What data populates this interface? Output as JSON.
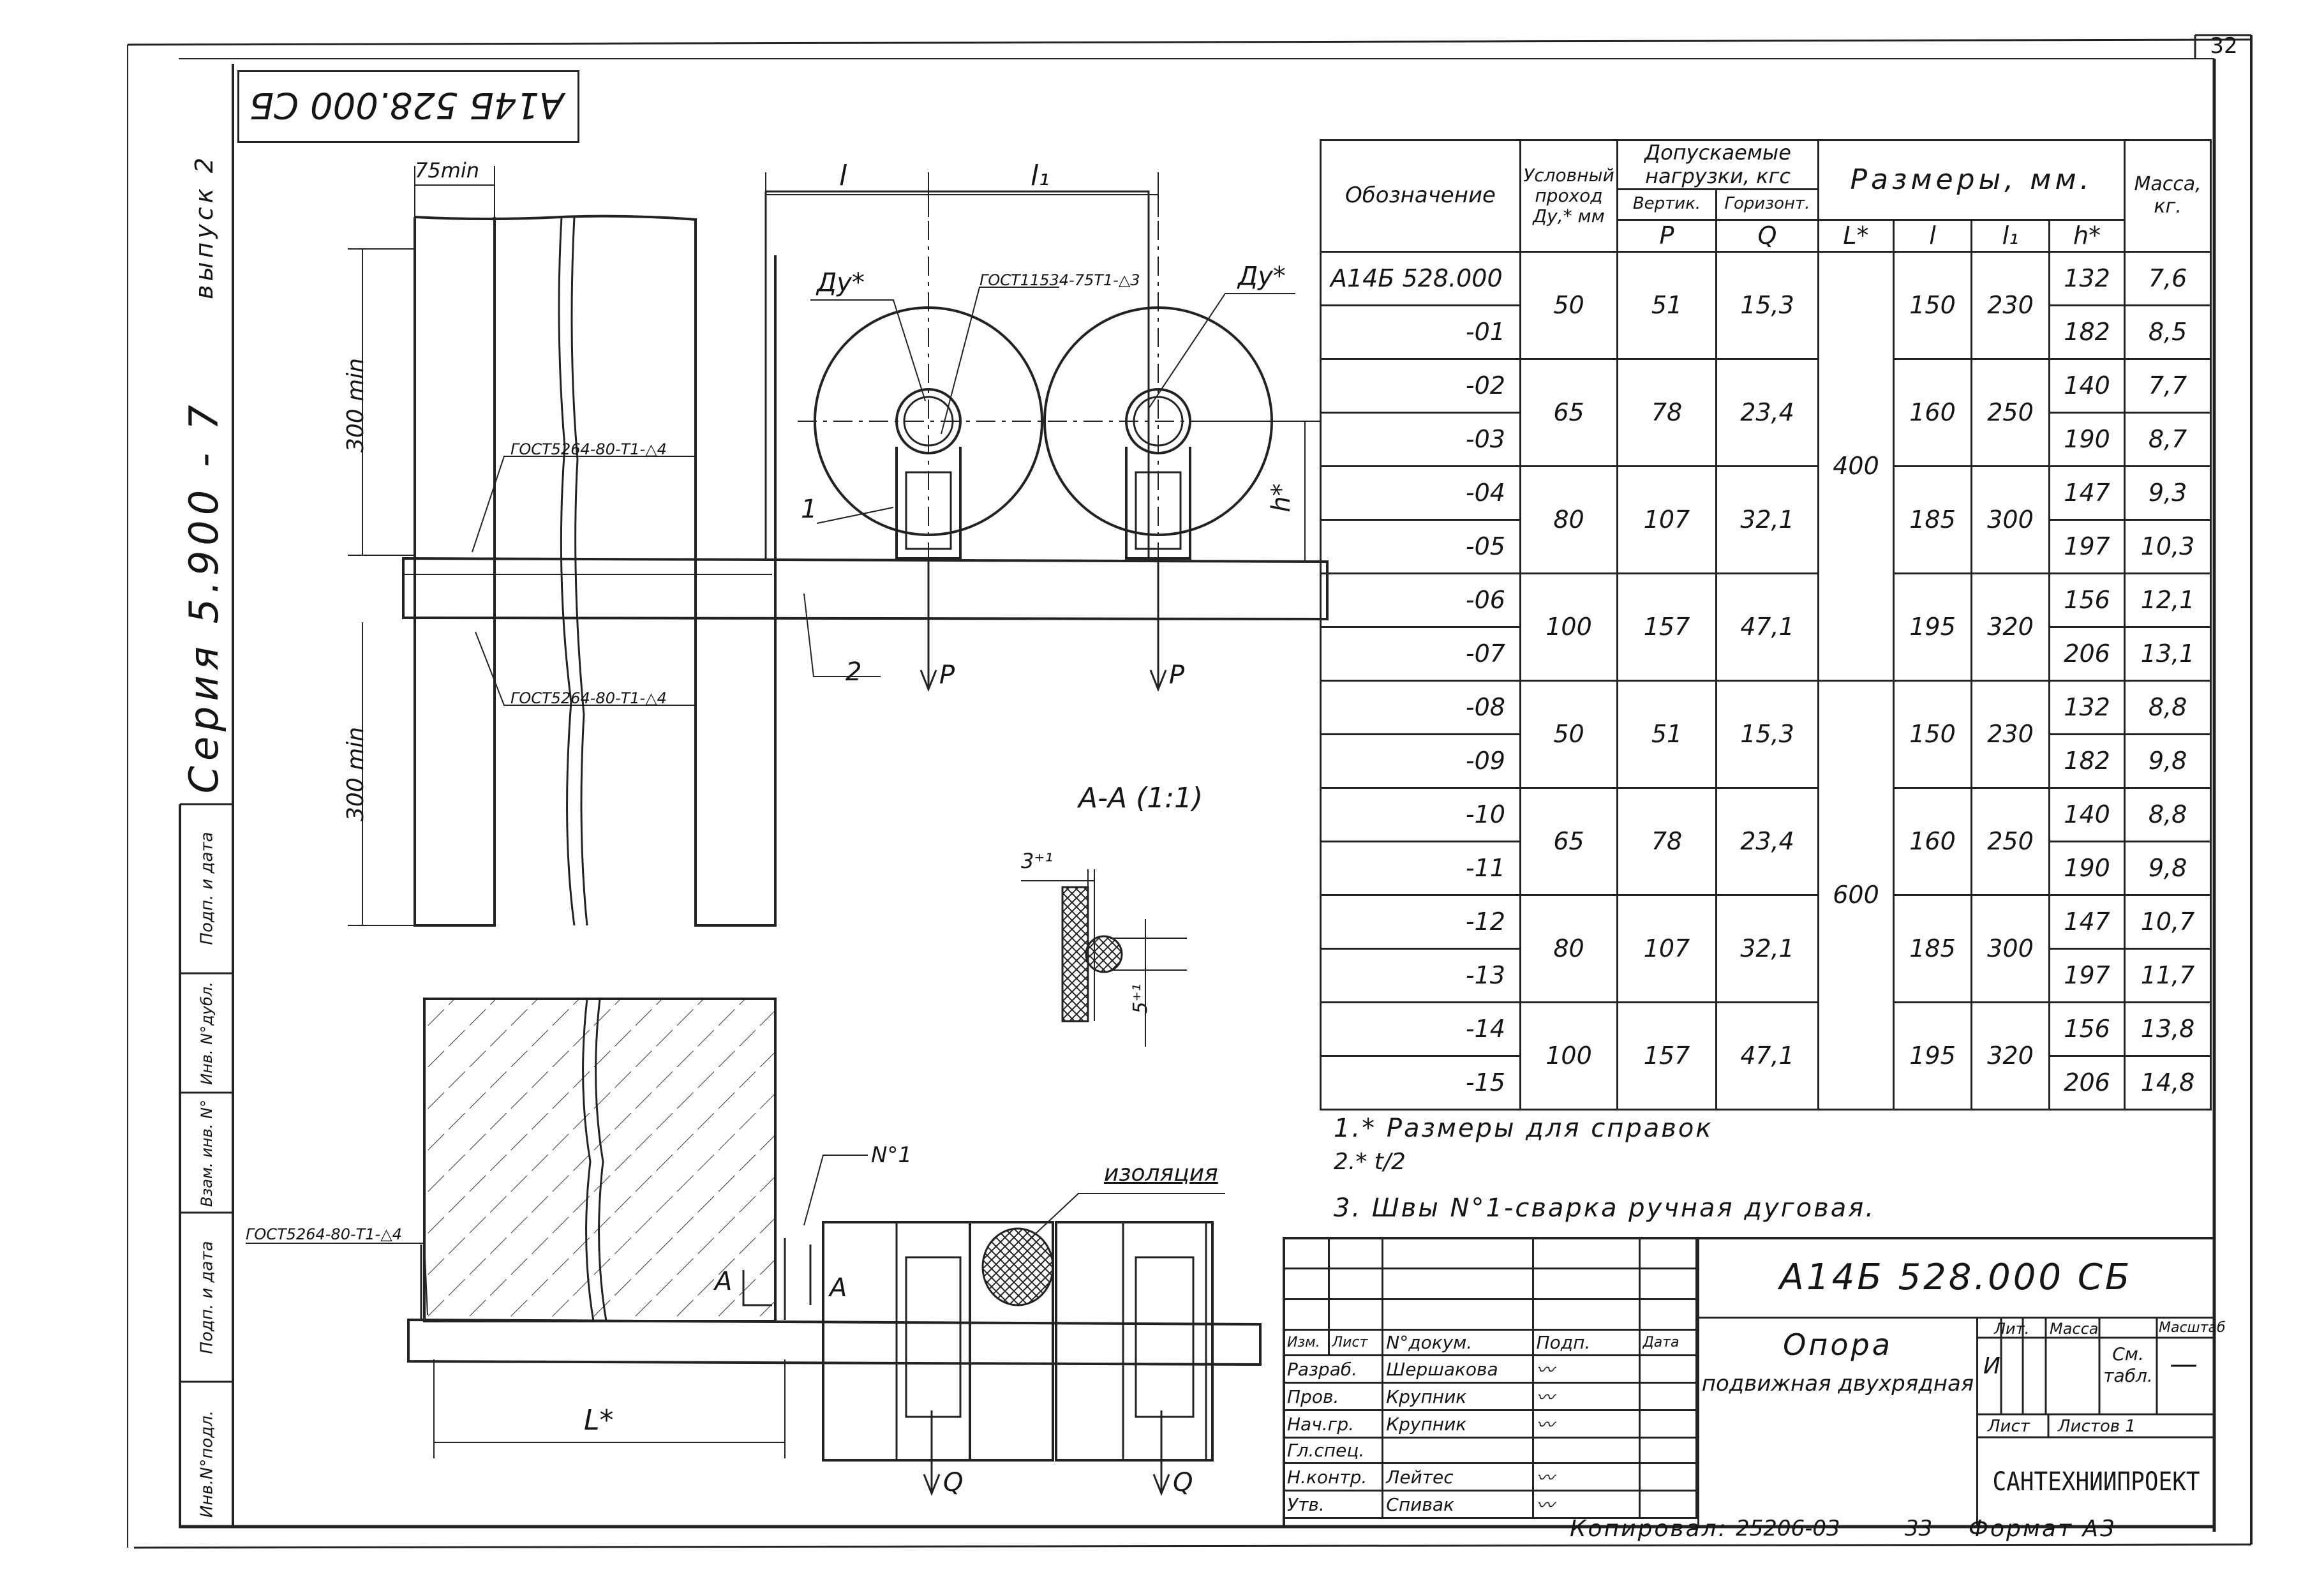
{
  "sheet_number": "32",
  "mirrored_code": "А14Б 528.000 СБ",
  "series_text": "Серия 5.900 - 7",
  "issue_text": "выпуск 2",
  "side_fields": [
    "Инв.N°подл.",
    "Подп. и дата",
    "Взам. инв. N°",
    "Инв. N°дубл.",
    "Подп. и дата"
  ],
  "drawing": {
    "dim_75min": "75min",
    "dim_300min_top": "300 min",
    "dim_300min_bottom": "300 min",
    "weld_gost_1": "ГОСТ5264-80-Т1-△4",
    "weld_gost_2": "ГОСТ5264-80-Т1-△4",
    "weld_gost_3": "ГОСТ5264-80-Т1-△4",
    "weld_gost_pipe": "ГОСТ11534-75Т1-△3",
    "dim_l": "l",
    "dim_l1": "l₁",
    "label_dy_left": "Ду*",
    "label_dy_right": "Ду*",
    "label_h": "h*",
    "label_pos1": "1",
    "label_pos2": "2",
    "load_p1": "P",
    "load_p2": "P",
    "section_title": "А-А (1:1)",
    "dim_3": "3⁺¹",
    "dim_5": "5⁺¹",
    "label_weld_no1": "N°1",
    "label_insulation": "изоляция",
    "label_a1": "А",
    "label_a2": "А",
    "dim_L": "L*",
    "load_q1": "Q",
    "load_q2": "Q"
  },
  "table": {
    "headers": {
      "designation": "Обозначение",
      "nominal_bore": "Условный проход Ду,* мм",
      "loads": "Допускаемые нагрузки, кгс",
      "vertical": "Вертик.",
      "horizontal": "Горизонт.",
      "sizes": "Размеры, мм.",
      "mass": "Масса, кг.",
      "p": "P",
      "q": "Q",
      "L": "L*",
      "l": "l",
      "l1": "l₁",
      "h": "h*"
    },
    "designations": [
      "А14Б 528.000",
      "-01",
      "-02",
      "-03",
      "-04",
      "-05",
      "-06",
      "-07",
      "-08",
      "-09",
      "-10",
      "-11",
      "-12",
      "-13",
      "-14",
      "-15"
    ],
    "groups": [
      {
        "dy": "50",
        "p": "51",
        "q": "15,3",
        "l": "150",
        "l1": "230"
      },
      {
        "dy": "65",
        "p": "78",
        "q": "23,4",
        "l": "160",
        "l1": "250"
      },
      {
        "dy": "80",
        "p": "107",
        "q": "32,1",
        "l": "185",
        "l1": "300"
      },
      {
        "dy": "100",
        "p": "157",
        "q": "47,1",
        "l": "195",
        "l1": "320"
      },
      {
        "dy": "50",
        "p": "51",
        "q": "15,3",
        "l": "150",
        "l1": "230"
      },
      {
        "dy": "65",
        "p": "78",
        "q": "23,4",
        "l": "160",
        "l1": "250"
      },
      {
        "dy": "80",
        "p": "107",
        "q": "32,1",
        "l": "185",
        "l1": "300"
      },
      {
        "dy": "100",
        "p": "157",
        "q": "47,1",
        "l": "195",
        "l1": "320"
      }
    ],
    "L_values": [
      "400",
      "600"
    ],
    "h_values": [
      "132",
      "182",
      "140",
      "190",
      "147",
      "197",
      "156",
      "206",
      "132",
      "182",
      "140",
      "190",
      "147",
      "197",
      "156",
      "206"
    ],
    "mass_values": [
      "7,6",
      "8,5",
      "7,7",
      "8,7",
      "9,3",
      "10,3",
      "12,1",
      "13,1",
      "8,8",
      "9,8",
      "8,8",
      "9,8",
      "10,7",
      "11,7",
      "13,8",
      "14,8"
    ]
  },
  "notes": {
    "note1": "1.* Размеры для справок",
    "note2": "2.* t/2",
    "note3": "3. Швы N°1-сварка ручная дуговая."
  },
  "title_block": {
    "doc_code": "А14Б 528.000 СБ",
    "title_line1": "Опора",
    "title_line2": "подвижная двухрядная",
    "col_izm": "Изм.",
    "col_list": "Лист",
    "col_doc": "N°докум.",
    "col_sign": "Подп.",
    "col_date": "Дата",
    "roles": [
      "Разраб.",
      "Пров.",
      "Нач.гр.",
      "Гл.спец.",
      "Н.контр.",
      "Утв."
    ],
    "names": [
      "Шершакова",
      "Крупник",
      "Крупник",
      "",
      "Лейтес",
      "Спивак"
    ],
    "lit_label": "Лит.",
    "mass_label": "Масса",
    "scale_label": "Масштаб",
    "lit_value": "И",
    "mass_value": "См. табл.",
    "scale_value": "—",
    "sheet_label": "Лист",
    "sheets_label": "Листов 1",
    "org": "САНТЕХНИИПРОЕКТ"
  },
  "footer": {
    "copied": "Копировал:",
    "order": "25206-03",
    "page": "33",
    "format": "Формат А3"
  }
}
